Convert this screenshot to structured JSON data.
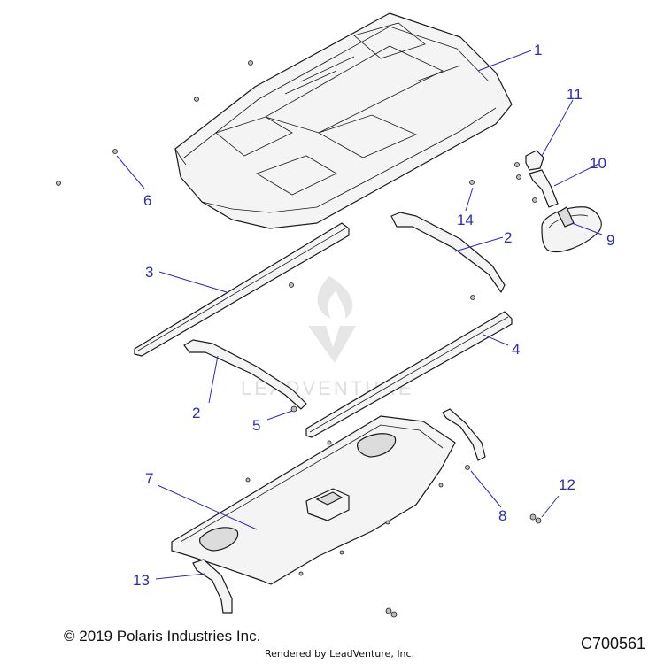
{
  "footer": {
    "copyright": "© 2019 Polaris Industries Inc.",
    "rendered_by": "Rendered by LeadVenture, Inc.",
    "diagram_code": "C700561"
  },
  "watermark": {
    "text": "LEADVENTURE"
  },
  "callouts": {
    "c1": "1",
    "c2a": "2",
    "c2b": "2",
    "c3": "3",
    "c4": "4",
    "c5": "5",
    "c6": "6",
    "c7": "7",
    "c8": "8",
    "c9": "9",
    "c10": "10",
    "c11": "11",
    "c12": "12",
    "c13": "13",
    "c14": "14"
  },
  "colors": {
    "callout": "#2b2bb8",
    "line": "#1a1a1a",
    "part_fill": "#f4f4f4"
  }
}
